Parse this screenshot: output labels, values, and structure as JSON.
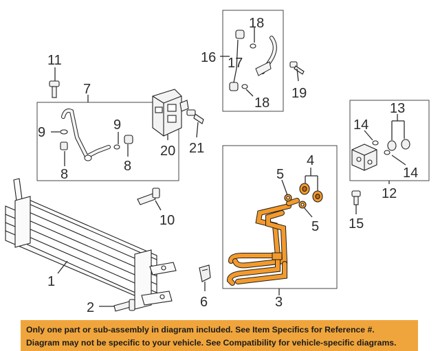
{
  "diagram": {
    "callouts": {
      "c1": "1",
      "c2": "2",
      "c3": "3",
      "c4": "4",
      "c5a": "5",
      "c5b": "5",
      "c6": "6",
      "c7": "7",
      "c8a": "8",
      "c8b": "8",
      "c9a": "9",
      "c9b": "9",
      "c10": "10",
      "c11": "11",
      "c12": "12",
      "c13": "13",
      "c14a": "14",
      "c14b": "14",
      "c15": "15",
      "c16": "16",
      "c17": "17",
      "c18a": "18",
      "c18b": "18",
      "c19": "19",
      "c20": "20",
      "c21": "21"
    },
    "colors": {
      "highlight_part": "#f39a2c",
      "line": "#2b2b2b",
      "banner_bg": "#f0a53c"
    }
  },
  "banner": {
    "line1": "Only one part or sub-assembly in diagram included. See Item Specifics for Reference #.",
    "line2": "Diagram may not be specific to your vehicle. See Compatibility for vehicle-specific diagrams."
  }
}
